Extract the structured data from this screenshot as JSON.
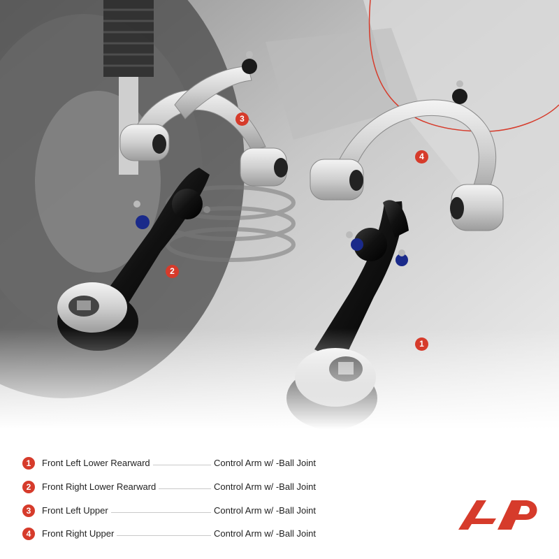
{
  "brand": {
    "accent_color": "#d63b2b",
    "logo": "A-Premium logo mark"
  },
  "markers": [
    {
      "num": "1",
      "label": "1"
    },
    {
      "num": "2",
      "label": "2"
    },
    {
      "num": "3",
      "label": "3"
    },
    {
      "num": "4",
      "label": "4"
    }
  ],
  "legend": [
    {
      "num": "1",
      "name": "Front Left Lower Rearward",
      "part": "Control Arm w/ -Ball Joint"
    },
    {
      "num": "2",
      "name": "Front Right Lower Rearward",
      "part": "Control Arm w/ -Ball Joint"
    },
    {
      "num": "3",
      "name": "Front Left Upper",
      "part": "Control Arm w/ -Ball Joint"
    },
    {
      "num": "4",
      "name": "Front Right Upper",
      "part": "Control Arm w/ -Ball Joint"
    }
  ]
}
